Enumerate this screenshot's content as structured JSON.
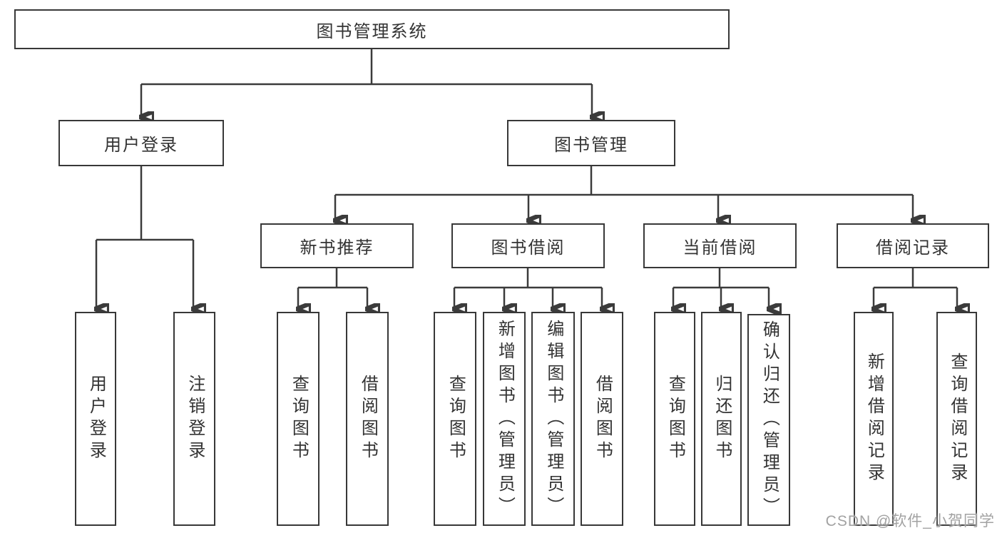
{
  "colors": {
    "line": "#3b3b3b",
    "box_border": "#383838",
    "text": "#333333",
    "watermark": "#a2a2a2",
    "background": "#ffffff"
  },
  "tree": {
    "root": {
      "label": "图书管理系统"
    },
    "branches": [
      {
        "label": "用户登录",
        "children": [
          {
            "label": "用户登录"
          },
          {
            "label": "注销登录"
          }
        ]
      },
      {
        "label": "图书管理",
        "children": [
          {
            "label": "新书推荐",
            "children": [
              {
                "label": "查询图书"
              },
              {
                "label": "借阅图书"
              }
            ]
          },
          {
            "label": "图书借阅",
            "children": [
              {
                "label": "查询图书"
              },
              {
                "label": "新增图书（管理员）"
              },
              {
                "label": "编辑图书（管理员）"
              },
              {
                "label": "借阅图书"
              }
            ]
          },
          {
            "label": "当前借阅",
            "children": [
              {
                "label": "查询图书"
              },
              {
                "label": "归还图书"
              },
              {
                "label": "确认归还（管理员）"
              }
            ]
          },
          {
            "label": "借阅记录",
            "children": [
              {
                "label": "新增借阅记录"
              },
              {
                "label": "查询借阅记录"
              }
            ]
          }
        ]
      }
    ]
  },
  "watermark": {
    "text": "CSDN @软件_小贺同学"
  }
}
